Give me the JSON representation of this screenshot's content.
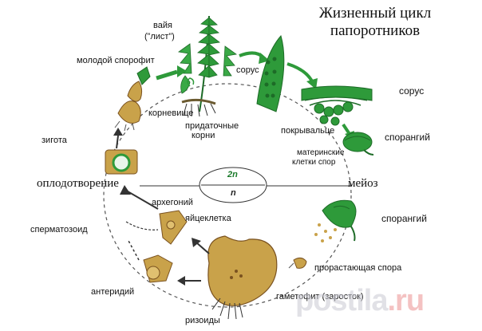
{
  "title": {
    "line1": "Жизненный цикл",
    "line2": "папоротников"
  },
  "labels": {
    "frond": "вайя",
    "frond_quote": "(”лист”)",
    "young_sporophyte": "молодой спорофит",
    "rhizome": "корневище",
    "adventitious_roots_1": "придаточные",
    "adventitious_roots_2": "корни",
    "sorus_small": "сорус",
    "sorus": "сорус",
    "indusium": "покрывальце",
    "sporangium_top": "спорангий",
    "spore_mother_1": "материнские",
    "spore_mother_2": "клетки спор",
    "zygote": "зигота",
    "fertilization": "оплодотворение",
    "meiosis": "мейоз",
    "archegonium": "архегоний",
    "egg_cell": "яйцеклетка",
    "sperm": "сперматозоид",
    "sporangium_bottom": "спорангий",
    "germinating_spore": "прорастающая спора",
    "antheridium": "антеридий",
    "gametophyte": "гаметофит (заросток)",
    "rhizoids": "ризоиды"
  },
  "ploidy": {
    "diploid": "2n",
    "haploid": "n"
  },
  "watermark": {
    "part1": "postila",
    "part2": ".ru"
  },
  "colors": {
    "green": "#2e9a3a",
    "dark_green": "#1d6b27",
    "tan": "#c9a24a",
    "brown": "#7a5220",
    "arrow_gray": "#333333"
  }
}
